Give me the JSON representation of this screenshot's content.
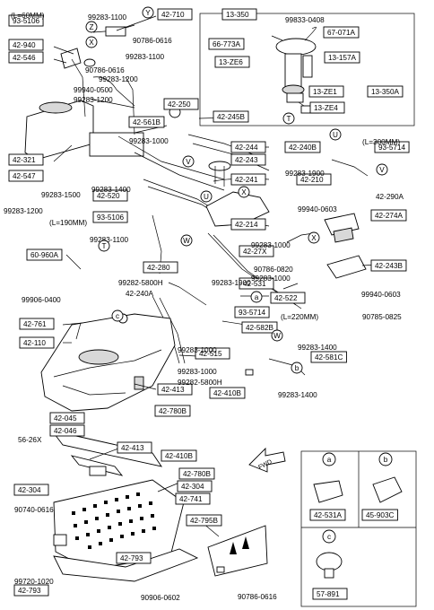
{
  "boxed_labels": [
    {
      "id": "b0",
      "text": "93-5106"
    },
    {
      "id": "b1",
      "text": "42-940"
    },
    {
      "id": "b2",
      "text": "42-546"
    },
    {
      "id": "b3",
      "text": "42-710"
    },
    {
      "id": "b4",
      "text": "42-250"
    },
    {
      "id": "b5",
      "text": "42-561B"
    },
    {
      "id": "b6",
      "text": "13-350"
    },
    {
      "id": "b7",
      "text": "66-773A"
    },
    {
      "id": "b8",
      "text": "67-071A"
    },
    {
      "id": "b9",
      "text": "13-ZE6"
    },
    {
      "id": "b10",
      "text": "13-157A"
    },
    {
      "id": "b11",
      "text": "13-ZE1"
    },
    {
      "id": "b12",
      "text": "13-350A"
    },
    {
      "id": "b13",
      "text": "13-ZE4"
    },
    {
      "id": "b14",
      "text": "42-245B"
    },
    {
      "id": "b15",
      "text": "42-244"
    },
    {
      "id": "b16",
      "text": "42-240B"
    },
    {
      "id": "b17",
      "text": "42-243"
    },
    {
      "id": "b18",
      "text": "93-5714"
    },
    {
      "id": "b19",
      "text": "42-321"
    },
    {
      "id": "b20",
      "text": "42-547"
    },
    {
      "id": "b21",
      "text": "42-241"
    },
    {
      "id": "b22",
      "text": "42-210"
    },
    {
      "id": "b23",
      "text": "42-520"
    },
    {
      "id": "b24",
      "text": "93-5106"
    },
    {
      "id": "b25",
      "text": "42-214"
    },
    {
      "id": "b26",
      "text": "42-274A"
    },
    {
      "id": "b27",
      "text": "42-27X"
    },
    {
      "id": "b28",
      "text": "60-960A"
    },
    {
      "id": "b29",
      "text": "42-280"
    },
    {
      "id": "b30",
      "text": "42-531"
    },
    {
      "id": "b31",
      "text": "42-243B"
    },
    {
      "id": "b32",
      "text": "42-522"
    },
    {
      "id": "b33",
      "text": "93-5714"
    },
    {
      "id": "b34",
      "text": "42-761"
    },
    {
      "id": "b35",
      "text": "42-582B"
    },
    {
      "id": "b36",
      "text": "42-110"
    },
    {
      "id": "b37",
      "text": "42-515"
    },
    {
      "id": "b38",
      "text": "42-581C"
    },
    {
      "id": "b39",
      "text": "42-413"
    },
    {
      "id": "b40",
      "text": "42-410B"
    },
    {
      "id": "b41",
      "text": "42-780B"
    },
    {
      "id": "b42",
      "text": "42-045"
    },
    {
      "id": "b43",
      "text": "42-046"
    },
    {
      "id": "b44",
      "text": "42-413"
    },
    {
      "id": "b45",
      "text": "42-410B"
    },
    {
      "id": "b46",
      "text": "42-780B"
    },
    {
      "id": "b47",
      "text": "42-304"
    },
    {
      "id": "b48",
      "text": "42-304"
    },
    {
      "id": "b49",
      "text": "42-741"
    },
    {
      "id": "b50",
      "text": "42-795B"
    },
    {
      "id": "b51",
      "text": "42-793"
    },
    {
      "id": "b52",
      "text": "42-793"
    },
    {
      "id": "b53",
      "text": "42-531A"
    },
    {
      "id": "b54",
      "text": "45-903C"
    },
    {
      "id": "b55",
      "text": "57-891"
    }
  ],
  "plain_labels": [
    {
      "id": "p0",
      "text": "(L=60MM)"
    },
    {
      "id": "p1",
      "text": "99283-1100"
    },
    {
      "id": "p2",
      "text": "99833-0408"
    },
    {
      "id": "p3",
      "text": "90786-0616"
    },
    {
      "id": "p4",
      "text": "99283-1100"
    },
    {
      "id": "p5",
      "text": "90786-0616"
    },
    {
      "id": "p6",
      "text": "99283-1200"
    },
    {
      "id": "p7",
      "text": "99940-0500"
    },
    {
      "id": "p8",
      "text": "99283-1200"
    },
    {
      "id": "p9",
      "text": "99283-1000"
    },
    {
      "id": "p10",
      "text": "(L=300MM)"
    },
    {
      "id": "p11",
      "text": "99283-1900"
    },
    {
      "id": "p12",
      "text": "99283-1500"
    },
    {
      "id": "p13",
      "text": "99283-1200"
    },
    {
      "id": "p14",
      "text": "99283-1400"
    },
    {
      "id": "p15",
      "text": "99940-0603"
    },
    {
      "id": "p16",
      "text": "42-290A"
    },
    {
      "id": "p17",
      "text": "(L=190MM)"
    },
    {
      "id": "p18",
      "text": "99283-1100"
    },
    {
      "id": "p19",
      "text": "99283-1000"
    },
    {
      "id": "p20",
      "text": "90786-0820"
    },
    {
      "id": "p21",
      "text": "99283-1000"
    },
    {
      "id": "p22",
      "text": "99282-5800H"
    },
    {
      "id": "p23",
      "text": "99283-1900"
    },
    {
      "id": "p24",
      "text": "42-240A"
    },
    {
      "id": "p25",
      "text": "99906-0400"
    },
    {
      "id": "p26",
      "text": "99940-0603"
    },
    {
      "id": "p27",
      "text": "90785-0825"
    },
    {
      "id": "p28",
      "text": "(L=220MM)"
    },
    {
      "id": "p29",
      "text": "99283-1000"
    },
    {
      "id": "p30",
      "text": "99283-1400"
    },
    {
      "id": "p31",
      "text": "99283-1000"
    },
    {
      "id": "p32",
      "text": "99282-5800H"
    },
    {
      "id": "p33",
      "text": "99283-1400"
    },
    {
      "id": "p34",
      "text": "56-26X"
    },
    {
      "id": "p35",
      "text": "90740-0616"
    },
    {
      "id": "p36",
      "text": "99720-1020"
    },
    {
      "id": "p37",
      "text": "90906-0602"
    },
    {
      "id": "p38",
      "text": "90786-0616"
    },
    {
      "id": "p39",
      "text": "FWD"
    }
  ],
  "callouts": [
    {
      "id": "c0",
      "text": "Y"
    },
    {
      "id": "c1",
      "text": "Z"
    },
    {
      "id": "c2",
      "text": "X"
    },
    {
      "id": "c3",
      "text": "T"
    },
    {
      "id": "c4",
      "text": "U"
    },
    {
      "id": "c5",
      "text": "V"
    },
    {
      "id": "c6",
      "text": "V"
    },
    {
      "id": "c7",
      "text": "U"
    },
    {
      "id": "c8",
      "text": "X"
    },
    {
      "id": "c9",
      "text": "W"
    },
    {
      "id": "c10",
      "text": "X"
    },
    {
      "id": "c11",
      "text": "T"
    },
    {
      "id": "c12",
      "text": "a"
    },
    {
      "id": "c13",
      "text": "c"
    },
    {
      "id": "c14",
      "text": "W"
    },
    {
      "id": "c15",
      "text": "b"
    },
    {
      "id": "c16",
      "text": "Y"
    },
    {
      "id": "c17",
      "text": "Z"
    }
  ],
  "inset_headers": [
    {
      "id": "ha",
      "text": "a"
    },
    {
      "id": "hb",
      "text": "b"
    },
    {
      "id": "hc",
      "text": "c"
    }
  ]
}
